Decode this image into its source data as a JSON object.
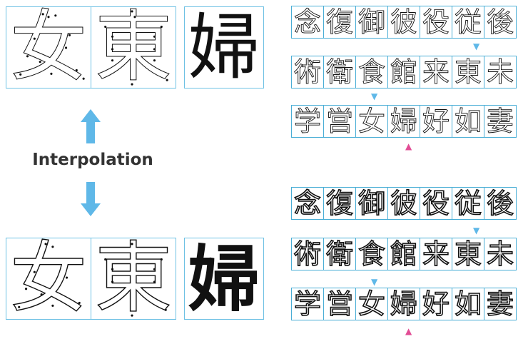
{
  "label": "Interpolation",
  "colors": {
    "cyan": "#5fb8e8",
    "pink": "#e24d95",
    "box": "#6ec1e4"
  },
  "top_left": {
    "glyphs": [
      "女",
      "東",
      "婦"
    ]
  },
  "bottom_left": {
    "glyphs": [
      "女",
      "東",
      "婦"
    ]
  },
  "top_grid": [
    [
      "念",
      "復",
      "御",
      "彼",
      "役",
      "従",
      "後"
    ],
    [
      "術",
      "衛",
      "食",
      "館",
      "来",
      "東",
      "未"
    ],
    [
      "学",
      "営",
      "女",
      "婦",
      "好",
      "如",
      "妻"
    ]
  ],
  "bottom_grid": [
    [
      "念",
      "復",
      "御",
      "彼",
      "役",
      "従",
      "後"
    ],
    [
      "術",
      "衛",
      "食",
      "館",
      "来",
      "東",
      "未"
    ],
    [
      "学",
      "営",
      "女",
      "婦",
      "好",
      "如",
      "妻"
    ]
  ],
  "markers": [
    "▼",
    "▼",
    "▲"
  ]
}
